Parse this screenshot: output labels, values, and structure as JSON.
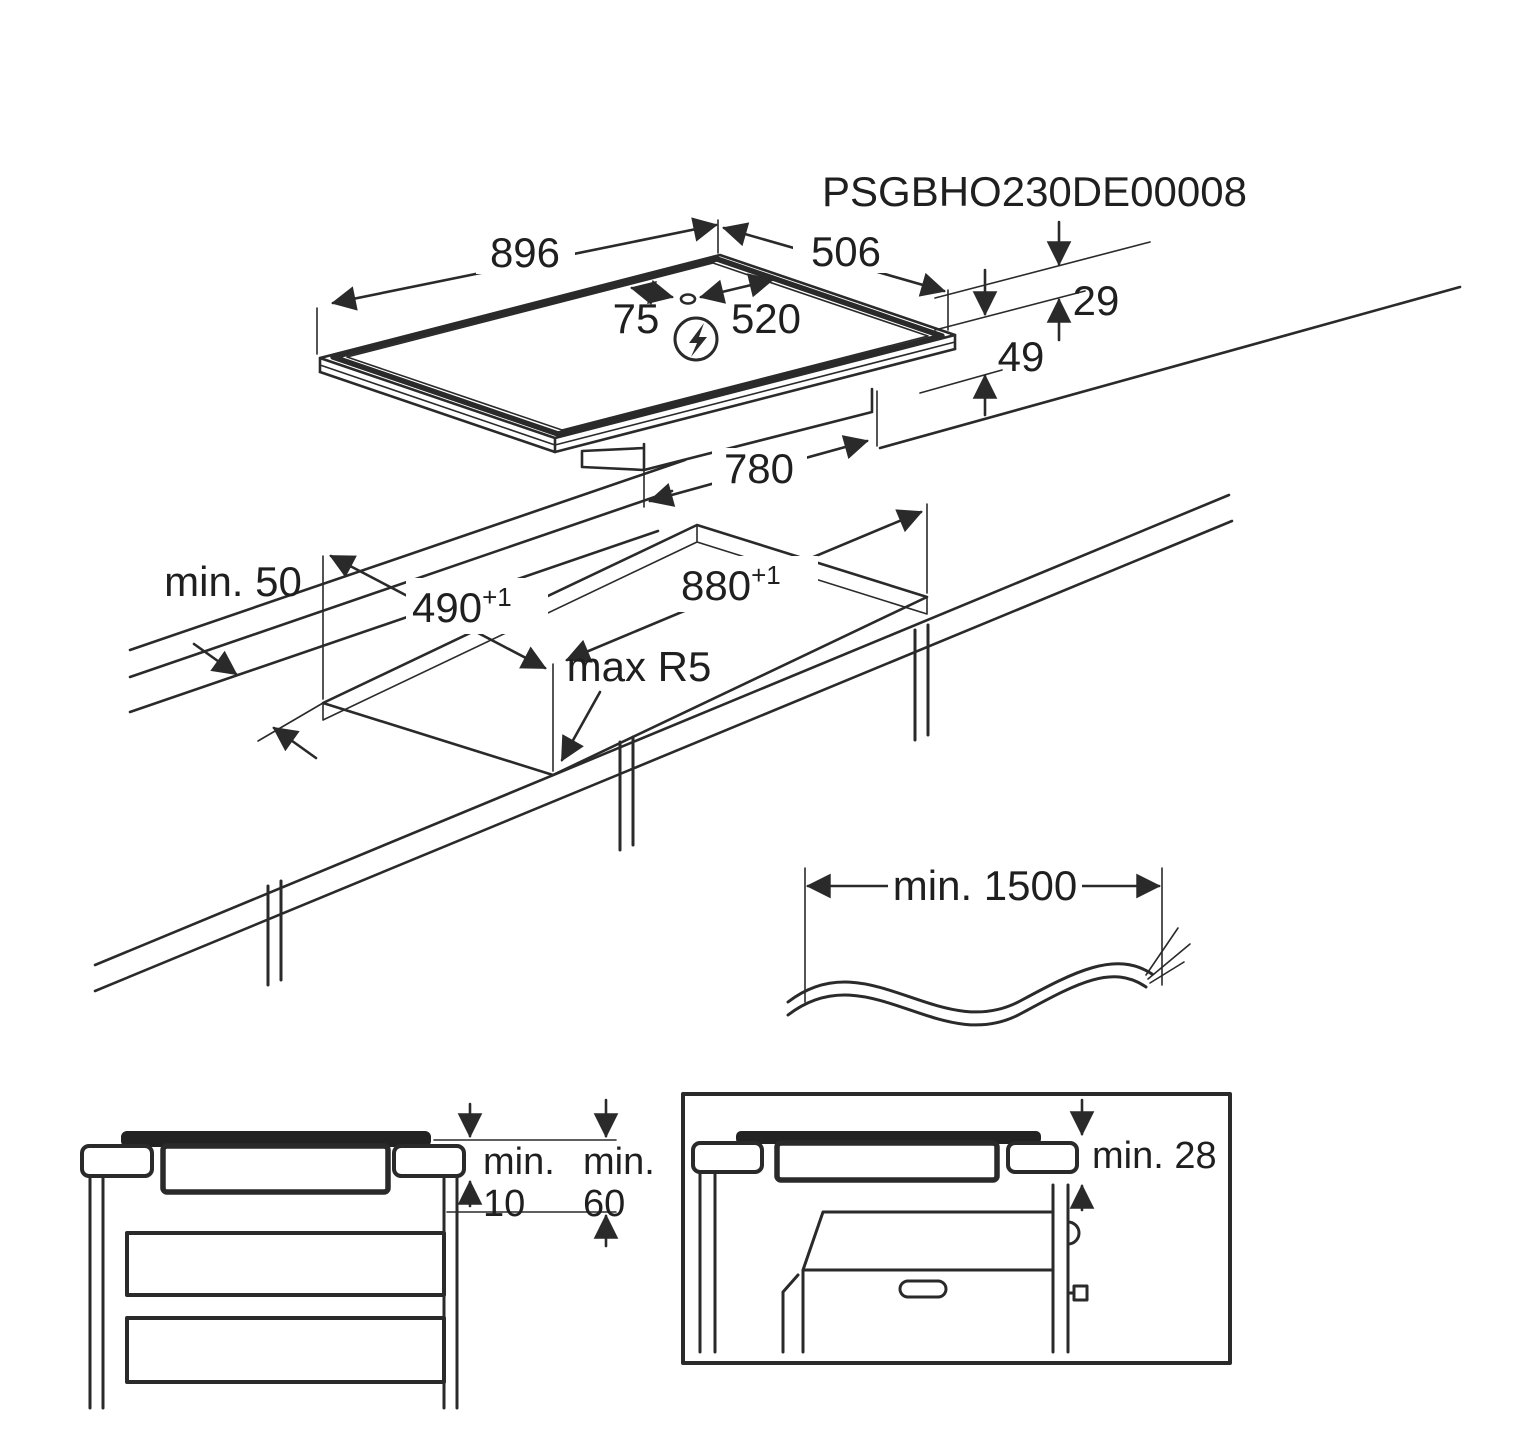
{
  "title": {
    "drawing_code": "PSGBHO230DE00008"
  },
  "colors": {
    "line": "#2a2a2a",
    "background": "#ffffff"
  },
  "top_view": {
    "width": "896",
    "depth": "506",
    "cable_offset_left": "75",
    "cable_offset_right": "520",
    "height_above": "29",
    "height_below": "49",
    "underbox_width": "780",
    "power_icon": "lightning-in-circle",
    "cable_gland_icon": "small-ellipse"
  },
  "cutout_view": {
    "rear_clearance": "min. 50",
    "cutout_depth": "490",
    "cutout_depth_tolerance": "+1",
    "cutout_width": "880",
    "cutout_width_tolerance": "+1",
    "corner_radius": "max R5"
  },
  "cable_view": {
    "cable_length": "min. 1500"
  },
  "drawer_section": {
    "min_label_1": "min.",
    "value_1": "10",
    "min_label_2": "min.",
    "value_2": "60"
  },
  "oven_section": {
    "clearance": "min. 28"
  }
}
